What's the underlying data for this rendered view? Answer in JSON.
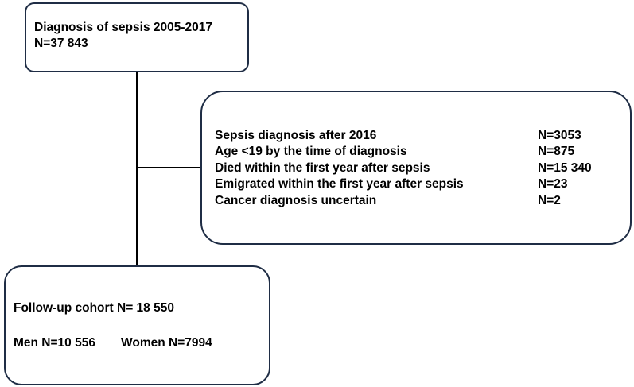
{
  "top_box": {
    "title": "Diagnosis of sepsis 2005-2017",
    "count": "N=37 843"
  },
  "exclusions": [
    {
      "label": "Sepsis diagnosis after 2016",
      "count": "N=3053"
    },
    {
      "label": "Age <19 by the time of diagnosis",
      "count": "N=875"
    },
    {
      "label": "Died within the first year after sepsis",
      "count": "N=15 340"
    },
    {
      "label": "Emigrated within the first year after sepsis",
      "count": "N=23"
    },
    {
      "label": "Cancer diagnosis uncertain",
      "count": "N=2"
    }
  ],
  "bottom_box": {
    "cohort": "Follow-up cohort  N= 18 550",
    "men": "Men N=10 556",
    "women": "Women N=7994"
  },
  "colors": {
    "box_border": "#1f2d45",
    "connector": "#000000",
    "text": "#000000"
  }
}
